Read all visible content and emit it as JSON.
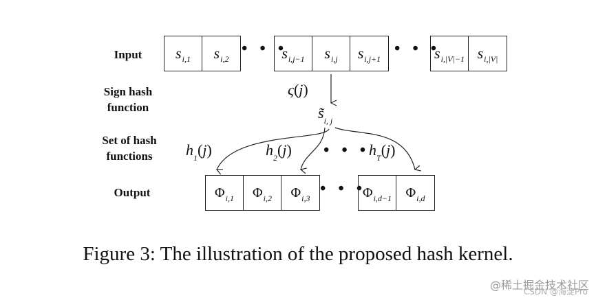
{
  "labels": {
    "input": "Input",
    "sign_hash": [
      "Sign hash",
      "function"
    ],
    "set_hash": [
      "Set of hash",
      "functions"
    ],
    "output": "Output"
  },
  "input_cells": {
    "group1": [
      {
        "sym": "s",
        "sub": "i,1"
      },
      {
        "sym": "s",
        "sub": "i,2"
      }
    ],
    "group2": [
      {
        "sym": "s",
        "sub": "i,j−1"
      },
      {
        "sym": "s",
        "sub": "i,j"
      },
      {
        "sym": "s",
        "sub": "i,j+1"
      }
    ],
    "group3": [
      {
        "sym": "s",
        "sub": "i,|V|−1"
      },
      {
        "sym": "s",
        "sub": "i,|V|"
      }
    ]
  },
  "output_cells": {
    "group1": [
      {
        "sym": "Φ",
        "sub": "i,1"
      },
      {
        "sym": "Φ",
        "sub": "i,2"
      },
      {
        "sym": "Φ",
        "sub": "i,3"
      }
    ],
    "group2": [
      {
        "sym": "Φ",
        "sub": "i,d−1"
      },
      {
        "sym": "Φ",
        "sub": "i,d"
      }
    ]
  },
  "ellipsis": "• • •",
  "sign_function": {
    "sym": "ς",
    "arg": "j"
  },
  "signed_value": {
    "sym": "s̃",
    "sub": "i, j"
  },
  "hash_functions": [
    {
      "sym": "h",
      "sub": "1",
      "arg": "j"
    },
    {
      "sym": "h",
      "sub": "2",
      "arg": "j"
    },
    {
      "sym": "h",
      "sub": "T",
      "arg": "j"
    }
  ],
  "caption": "Figure 3: The illustration of the proposed hash kernel.",
  "watermark": "@稀土掘金技术社区",
  "watermark2": "CSDN @海淀Pro"
}
